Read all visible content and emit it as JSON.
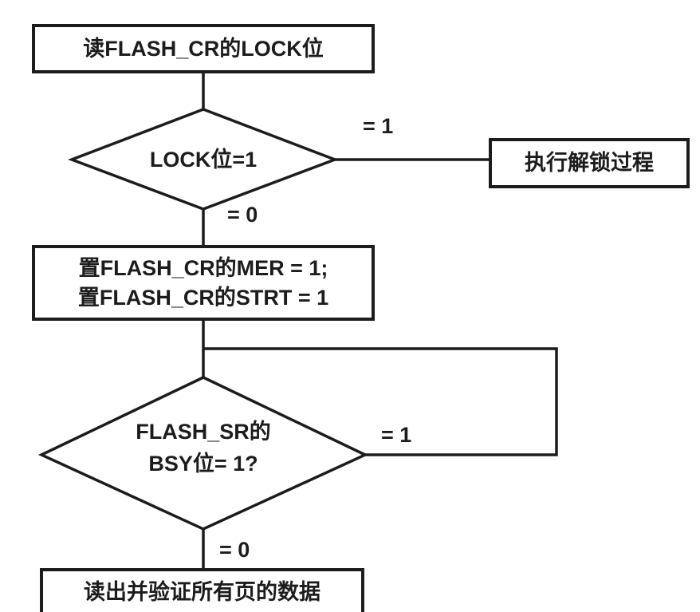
{
  "flowchart": {
    "description": "FLASH mass erase procedure flowchart",
    "colors": {
      "background": "#ffffff",
      "line": "#1c1c1c",
      "text": "#1c1c1c"
    },
    "nodes": {
      "read_lock": {
        "type": "process",
        "label": "读FLASH_CR的LOCK位"
      },
      "lock_check": {
        "type": "decision",
        "label": "LOCK位=1"
      },
      "unlock": {
        "type": "process",
        "label": "执行解锁过程"
      },
      "start_erase": {
        "type": "process",
        "line1": "置FLASH_CR的MER = 1;",
        "line2": "置FLASH_CR的STRT = 1"
      },
      "bsy_check": {
        "type": "decision",
        "line1": "FLASH_SR的",
        "line2": "BSY位= 1?"
      },
      "verify": {
        "type": "process",
        "label": "读出并验证所有页的数据"
      }
    },
    "edge_labels": {
      "lock_yes": "= 1",
      "lock_no": "= 0",
      "bsy_yes": "= 1",
      "bsy_no": "= 0"
    }
  }
}
